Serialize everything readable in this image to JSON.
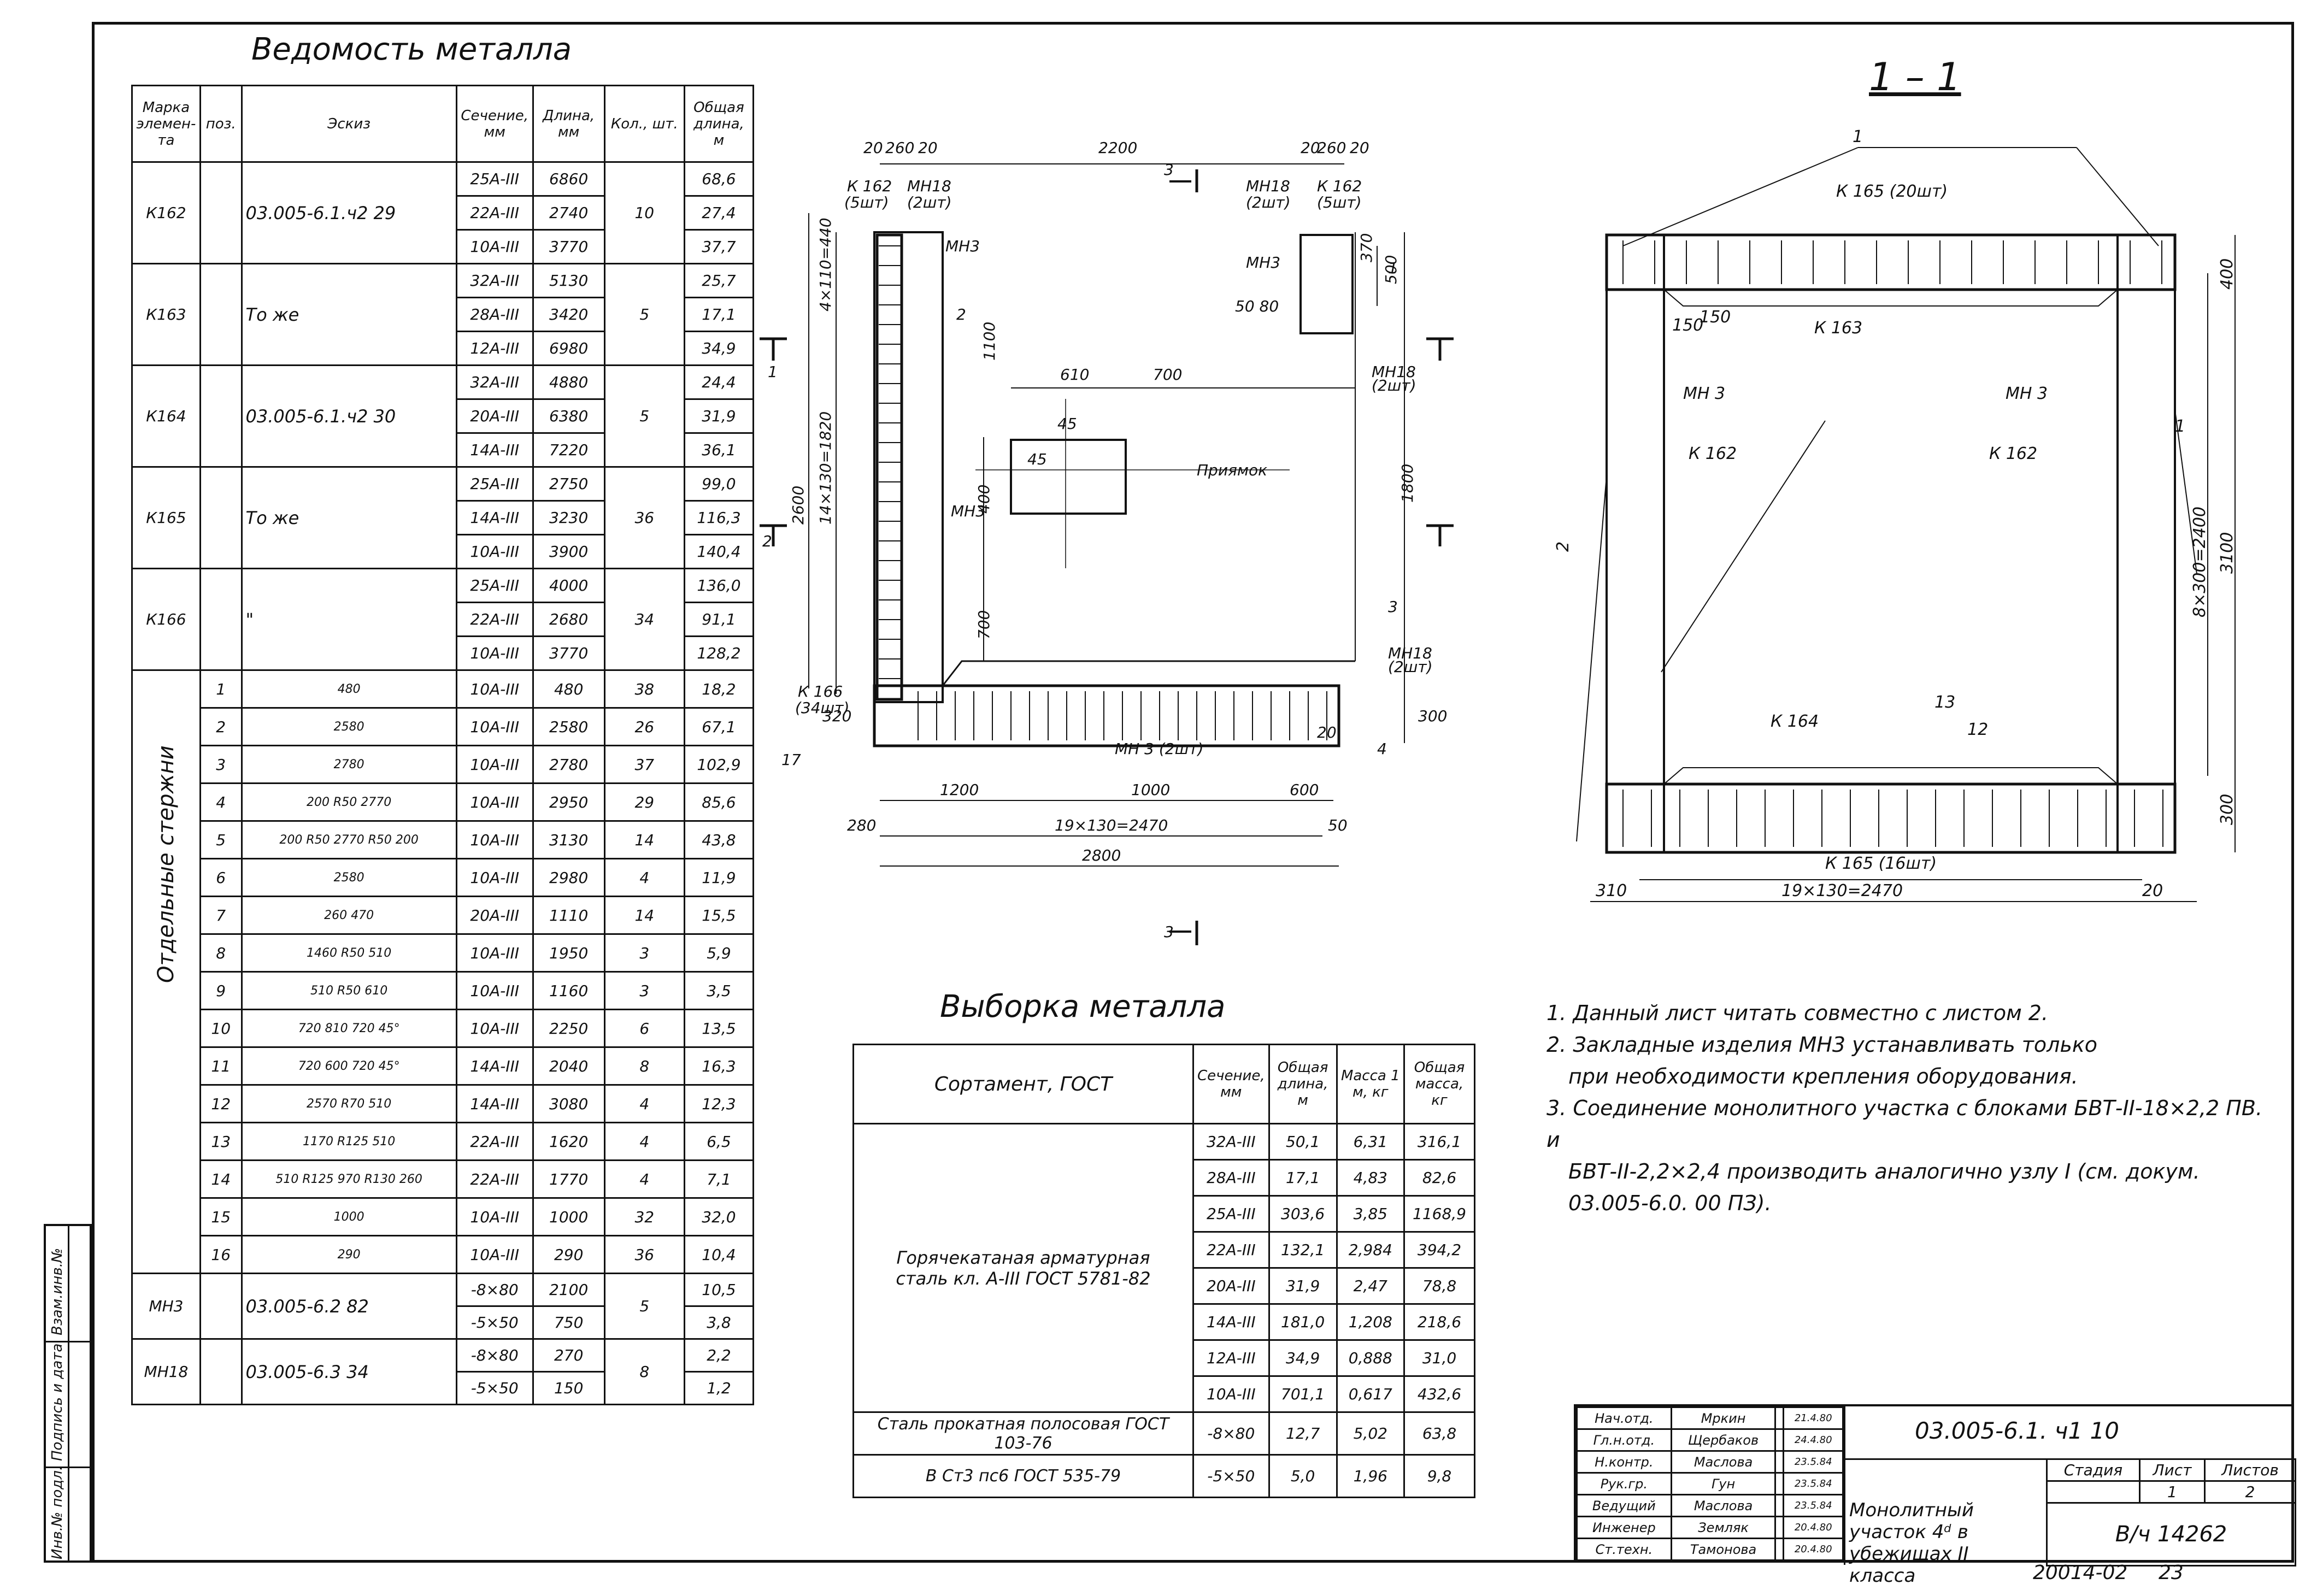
{
  "vedomost": {
    "title": "Ведомость металла",
    "headers": [
      "Марка элемен-та",
      "поз.",
      "Эскиз",
      "Сечение, мм",
      "Длина, мм",
      "Кол., шт.",
      "Общая длина, м"
    ],
    "groups": [
      {
        "mark": "К162",
        "sketch": "03.005-6.1.ч2 29",
        "count": "10",
        "rows": [
          [
            "25А-III",
            "6860",
            "68,6"
          ],
          [
            "22А-III",
            "2740",
            "27,4"
          ],
          [
            "10А-III",
            "3770",
            "37,7"
          ]
        ]
      },
      {
        "mark": "К163",
        "sketch": "То же",
        "count": "5",
        "rows": [
          [
            "32А-III",
            "5130",
            "25,7"
          ],
          [
            "28А-III",
            "3420",
            "17,1"
          ],
          [
            "12А-III",
            "6980",
            "34,9"
          ]
        ]
      },
      {
        "mark": "К164",
        "sketch": "03.005-6.1.ч2 30",
        "count": "5",
        "rows": [
          [
            "32А-III",
            "4880",
            "24,4"
          ],
          [
            "20А-III",
            "6380",
            "31,9"
          ],
          [
            "14А-III",
            "7220",
            "36,1"
          ]
        ]
      },
      {
        "mark": "К165",
        "sketch": "То же",
        "count": "36",
        "rows": [
          [
            "25А-III",
            "2750",
            "99,0"
          ],
          [
            "14А-III",
            "3230",
            "116,3"
          ],
          [
            "10А-III",
            "3900",
            "140,4"
          ]
        ]
      },
      {
        "mark": "К166",
        "sketch": "\"",
        "count": "34",
        "rows": [
          [
            "25А-III",
            "4000",
            "136,0"
          ],
          [
            "22А-III",
            "2680",
            "91,1"
          ],
          [
            "10А-III",
            "3770",
            "128,2"
          ]
        ]
      }
    ],
    "bars_label": "Отдельные стержни",
    "bars": [
      {
        "pos": "1",
        "sketch": "480",
        "sec": "10А-III",
        "len": "480",
        "cnt": "38",
        "tot": "18,2"
      },
      {
        "pos": "2",
        "sketch": "2580",
        "sec": "10А-III",
        "len": "2580",
        "cnt": "26",
        "tot": "67,1"
      },
      {
        "pos": "3",
        "sketch": "2780",
        "sec": "10А-III",
        "len": "2780",
        "cnt": "37",
        "tot": "102,9"
      },
      {
        "pos": "4",
        "sketch": "200 R50 2770",
        "sec": "10А-III",
        "len": "2950",
        "cnt": "29",
        "tot": "85,6"
      },
      {
        "pos": "5",
        "sketch": "200 R50 2770 R50 200",
        "sec": "10А-III",
        "len": "3130",
        "cnt": "14",
        "tot": "43,8"
      },
      {
        "pos": "6",
        "sketch": "2580",
        "sec": "10А-III",
        "len": "2980",
        "cnt": "4",
        "tot": "11,9"
      },
      {
        "pos": "7",
        "sketch": "260 470",
        "sec": "20А-III",
        "len": "1110",
        "cnt": "14",
        "tot": "15,5"
      },
      {
        "pos": "8",
        "sketch": "1460 R50 510",
        "sec": "10А-III",
        "len": "1950",
        "cnt": "3",
        "tot": "5,9"
      },
      {
        "pos": "9",
        "sketch": "510 R50 610",
        "sec": "10А-III",
        "len": "1160",
        "cnt": "3",
        "tot": "3,5"
      },
      {
        "pos": "10",
        "sketch": "720 810 720 45°",
        "sec": "10А-III",
        "len": "2250",
        "cnt": "6",
        "tot": "13,5"
      },
      {
        "pos": "11",
        "sketch": "720 600 720 45°",
        "sec": "14А-III",
        "len": "2040",
        "cnt": "8",
        "tot": "16,3"
      },
      {
        "pos": "12",
        "sketch": "2570 R70 510",
        "sec": "14А-III",
        "len": "3080",
        "cnt": "4",
        "tot": "12,3"
      },
      {
        "pos": "13",
        "sketch": "1170 R125 510",
        "sec": "22А-III",
        "len": "1620",
        "cnt": "4",
        "tot": "6,5"
      },
      {
        "pos": "14",
        "sketch": "510 R125 970 R130 260",
        "sec": "22А-III",
        "len": "1770",
        "cnt": "4",
        "tot": "7,1"
      },
      {
        "pos": "15",
        "sketch": "1000",
        "sec": "10А-III",
        "len": "1000",
        "cnt": "32",
        "tot": "32,0"
      },
      {
        "pos": "16",
        "sketch": "290",
        "sec": "10А-III",
        "len": "290",
        "cnt": "36",
        "tot": "10,4"
      }
    ],
    "embedded": [
      {
        "mark": "МН3",
        "sketch": "03.005-6.2 82",
        "count": "5",
        "rows": [
          [
            "-8×80",
            "2100",
            "10,5"
          ],
          [
            "-5×50",
            "750",
            "3,8"
          ]
        ]
      },
      {
        "mark": "МН18",
        "sketch": "03.005-6.3 34",
        "count": "8",
        "rows": [
          [
            "-8×80",
            "270",
            "2,2"
          ],
          [
            "-5×50",
            "150",
            "1,2"
          ]
        ]
      }
    ]
  },
  "vyborka": {
    "title": "Выборка металла",
    "headers": [
      "Сортамент, ГОСТ",
      "Сечение, мм",
      "Общая длина, м",
      "Масса 1 м, кг",
      "Общая масса, кг"
    ],
    "group1_name": "Горячекатаная арматурная сталь кл. А-III ГОСТ 5781-82",
    "group1_rows": [
      [
        "32А-III",
        "50,1",
        "6,31",
        "316,1"
      ],
      [
        "28А-III",
        "17,1",
        "4,83",
        "82,6"
      ],
      [
        "25А-III",
        "303,6",
        "3,85",
        "1168,9"
      ],
      [
        "22А-III",
        "132,1",
        "2,984",
        "394,2"
      ],
      [
        "20А-III",
        "31,9",
        "2,47",
        "78,8"
      ],
      [
        "14А-III",
        "181,0",
        "1,208",
        "218,6"
      ],
      [
        "12А-III",
        "34,9",
        "0,888",
        "31,0"
      ],
      [
        "10А-III",
        "701,1",
        "0,617",
        "432,6"
      ]
    ],
    "group2_name1": "Сталь прокатная полосовая ГОСТ 103-76",
    "group2_name2": "В Ст3 пс6 ГОСТ 535-79",
    "group2_rows": [
      [
        "-8×80",
        "12,7",
        "5,02",
        "63,8"
      ],
      [
        "-5×50",
        "5,0",
        "1,96",
        "9,8"
      ]
    ]
  },
  "plan": {
    "labels": {
      "d20a": "20",
      "d260a": "260",
      "d20b": "20",
      "d2200": "2200",
      "d20c": "20",
      "d260b": "260",
      "d20d": "20",
      "k162a": "К 162",
      "k162a_n": "(5шт)",
      "mn18a": "МН18",
      "mn18a_n": "(2шт)",
      "mn3a": "МН3",
      "mn18b": "МН18",
      "mn18b_n": "(2шт)",
      "k162b": "К 162",
      "k162b_n": "(5шт)",
      "mn3b": "МН3",
      "d370": "370",
      "d500": "500",
      "d1100": "1100",
      "d1800": "1800",
      "d2600": "2600",
      "d5080": "50 80",
      "d4x110": "4×110=440",
      "d14x130": "14×130=1820",
      "d610": "610",
      "d700": "700",
      "d45a": "45",
      "d45b": "45",
      "d400": "400",
      "d700b": "700",
      "pryamok": "Приямок",
      "mn3c": "МН3",
      "mn18c": "МН18",
      "mn18c_n": "(2шт)",
      "mn18d": "МН18",
      "mn18d_n": "(2шт)",
      "k166": "К 166",
      "k166_n": "(34шт)",
      "d320": "320",
      "d300": "300",
      "mn3d": "МН 3 (2шт)",
      "d1200": "1200",
      "d1000": "1000",
      "d600": "600",
      "d280": "280",
      "d19x130": "19×130=2470",
      "d50": "50",
      "d2800": "2800",
      "p1": "1",
      "p2": "2",
      "p3": "3",
      "p4": "4",
      "p17": "17",
      "d20e": "20",
      "cut1": "1",
      "cut2": "2",
      "cut3a": "3",
      "cut3b": "3"
    }
  },
  "section": {
    "title": "1 – 1",
    "labels": {
      "k165a": "К 165 (20шт)",
      "k165b": "К 165 (16шт)",
      "k163": "К 163",
      "k162a": "К 162",
      "k162b": "К 162",
      "mn3a": "МН 3",
      "mn3b": "МН 3",
      "k164": "К 164",
      "p1a": "1",
      "p1b": "1",
      "p2": "2",
      "p12": "12",
      "p13": "13",
      "d150a": "150",
      "d150b": "150",
      "d400": "400",
      "d300": "300",
      "d8x300": "8×300=2400",
      "d3100": "3100",
      "d310": "310",
      "d19x130": "19×130=2470",
      "d20": "20"
    }
  },
  "notes": [
    "1. Данный лист читать совместно с листом 2.",
    "2. Закладные изделия МН3 устанавливать только",
    "при необходимости крепления оборудования.",
    "3. Соединение монолитного участка с блоками БВТ-II-18×2,2 ПВ. и",
    "БВТ-II-2,2×2,4 производить аналогично узлу I (см. докум.",
    "03.005-6.0. 00 ПЗ)."
  ],
  "stamp": {
    "code": "03.005-6.1. ч1 10",
    "roles": [
      [
        "Нач.отд.",
        "Мркин",
        "",
        "21.4.80"
      ],
      [
        "Гл.н.отд.",
        "Щербаков",
        "",
        "24.4.80"
      ],
      [
        "Н.контр.",
        "Маслова",
        "",
        "23.5.84"
      ],
      [
        "Рук.гр.",
        "Гун",
        "",
        "23.5.84"
      ],
      [
        "Ведущий",
        "Маслова",
        "",
        "23.5.84"
      ],
      [
        "Инженер",
        "Земляк",
        "",
        "20.4.80"
      ],
      [
        "Ст.техн.",
        "Тамонова",
        "",
        "20.4.80"
      ]
    ],
    "title": "Монолитный участок 4ᵈ в убежищах II класса",
    "stage_label": "Стадия",
    "sheet_label": "Лист",
    "sheets_label": "Листов",
    "sheet": "1",
    "sheets": "2",
    "org": "В/ч 14262",
    "footer_num": "20014-02",
    "footer_page": "23"
  },
  "side": {
    "inv": "Инв.№ подл.",
    "sign": "Подпись и дата",
    "vzam": "Взам.инв.№"
  }
}
